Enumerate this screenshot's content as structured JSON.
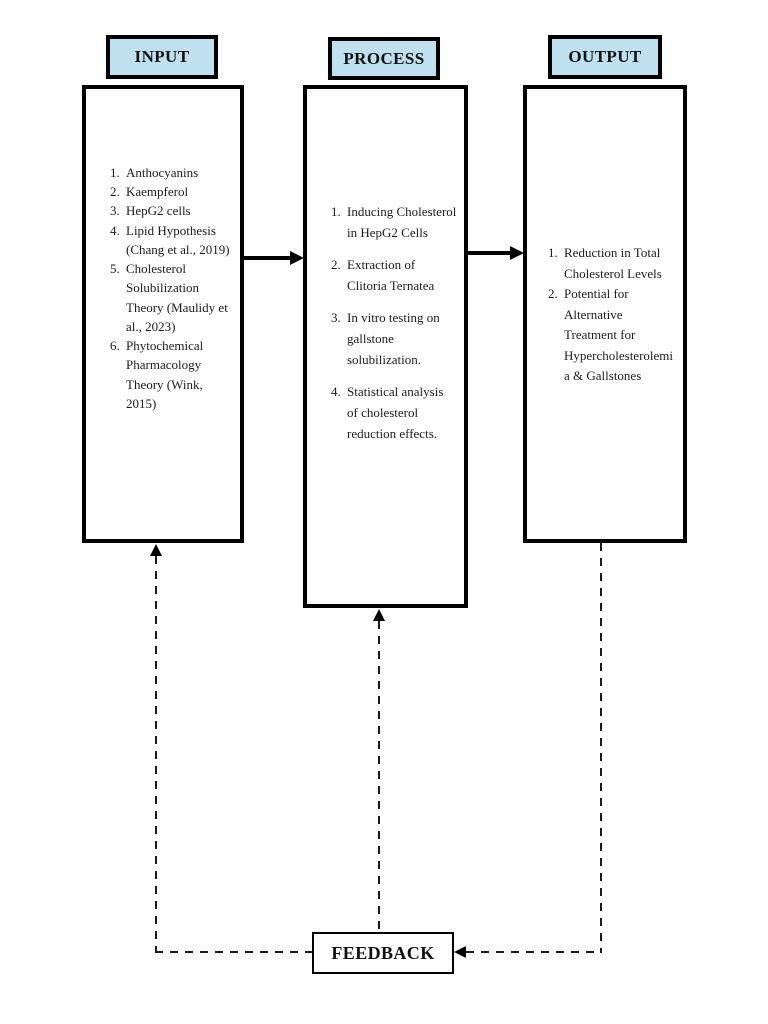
{
  "diagram": {
    "type": "input-process-output-feedback",
    "colors": {
      "header_fill": "#BFE0EF",
      "border": "#000000",
      "background": "#FFFFFF",
      "text": "#1B1B1B"
    },
    "columns": [
      {
        "id": "input",
        "header": "INPUT",
        "items": [
          "Anthocyanins",
          "Kaempferol",
          "HepG2 cells",
          "Lipid Hypothesis (Chang et al., 2019)",
          "Cholesterol Solubilization Theory (Maulidy et al., 2023)",
          "Phytochemical Pharmacology Theory (Wink, 2015)"
        ]
      },
      {
        "id": "process",
        "header": "PROCESS",
        "items": [
          "Inducing Cholesterol in HepG2 Cells",
          "Extraction of Clitoria Ternatea",
          "In vitro testing on gallstone solubilization.",
          "Statistical analysis of cholesterol reduction effects."
        ]
      },
      {
        "id": "output",
        "header": "OUTPUT",
        "items": [
          "Reduction in Total Cholesterol Levels",
          "Potential for Alternative Treatment for Hypercholesterolemia & Gallstones"
        ]
      }
    ],
    "feedback_label": "FEEDBACK",
    "arrows": {
      "input_to_process": "solid-right",
      "process_to_output": "solid-right",
      "output_to_feedback": "dashed",
      "feedback_to_input": "dashed-arrow-up",
      "feedback_to_process": "dashed-arrow-up"
    }
  }
}
